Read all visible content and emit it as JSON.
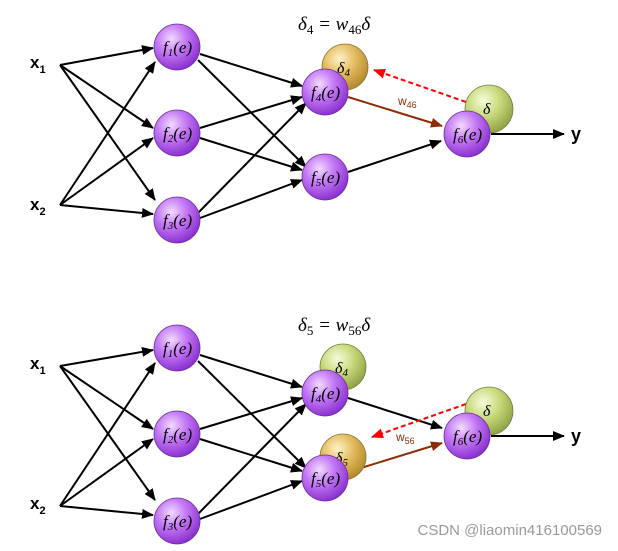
{
  "panels": [
    {
      "equation": {
        "lhs_sym": "δ",
        "lhs_sub": "4",
        "eq": " = ",
        "w_sym": "w",
        "w_sub": "46",
        "rhs_sym": "δ"
      },
      "inputs": [
        {
          "label": "x",
          "sub": "1"
        },
        {
          "label": "x",
          "sub": "2"
        }
      ],
      "output_label": "y",
      "neurons": [
        {
          "label": "f",
          "sub": "1",
          "tail": "(e)"
        },
        {
          "label": "f",
          "sub": "2",
          "tail": "(e)"
        },
        {
          "label": "f",
          "sub": "3",
          "tail": "(e)"
        },
        {
          "label": "f",
          "sub": "4",
          "tail": "(e)"
        },
        {
          "label": "f",
          "sub": "5",
          "tail": "(e)"
        },
        {
          "label": "f",
          "sub": "6",
          "tail": "(e)"
        }
      ],
      "deltas": [
        {
          "label": "δ",
          "sub": "4",
          "color": "#e7c36b"
        },
        {
          "label": "δ",
          "sub": "",
          "color": "#c9dc7e"
        }
      ],
      "weight_label": {
        "sym": "w",
        "sub": "46"
      }
    },
    {
      "equation": {
        "lhs_sym": "δ",
        "lhs_sub": "5",
        "eq": " = ",
        "w_sym": "w",
        "w_sub": "56",
        "rhs_sym": "δ"
      },
      "inputs": [
        {
          "label": "x",
          "sub": "1"
        },
        {
          "label": "x",
          "sub": "2"
        }
      ],
      "output_label": "y",
      "neurons": [
        {
          "label": "f",
          "sub": "1",
          "tail": "(e)"
        },
        {
          "label": "f",
          "sub": "2",
          "tail": "(e)"
        },
        {
          "label": "f",
          "sub": "3",
          "tail": "(e)"
        },
        {
          "label": "f",
          "sub": "4",
          "tail": "(e)"
        },
        {
          "label": "f",
          "sub": "5",
          "tail": "(e)"
        },
        {
          "label": "f",
          "sub": "6",
          "tail": "(e)"
        }
      ],
      "deltas": [
        {
          "label": "δ",
          "sub": "4",
          "color": "#c9dc7e"
        },
        {
          "label": "δ",
          "sub": "5",
          "color": "#e7c36b"
        },
        {
          "label": "δ",
          "sub": "",
          "color": "#c9dc7e"
        }
      ],
      "weight_label": {
        "sym": "w",
        "sub": "56"
      }
    }
  ],
  "colors": {
    "neuron": "#b85cf0",
    "arrow": "#000000",
    "weight_arrow": "#8B2E05",
    "backprop_arrow": "#ff0000"
  },
  "watermark": "CSDN @liaomin416100569"
}
